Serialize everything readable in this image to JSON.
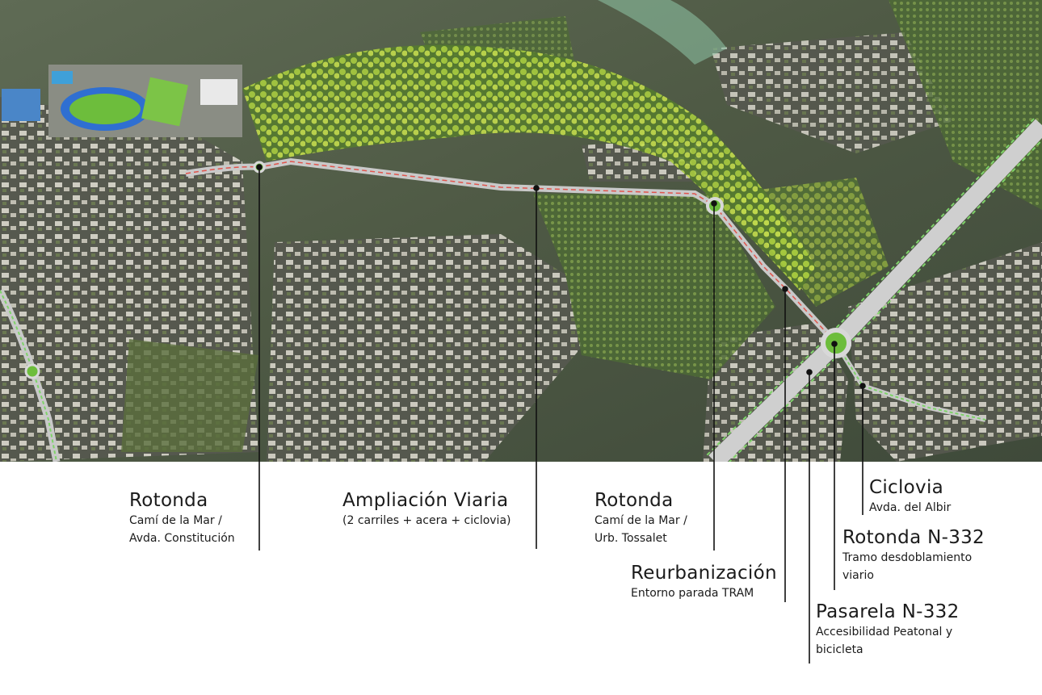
{
  "map": {
    "description_icon": "aerial-photo-map"
  },
  "callouts": [
    {
      "id": "rotonda-constitucion",
      "title": "Rotonda",
      "lines": [
        "Camí de la Mar /",
        "Avda. Constitución"
      ]
    },
    {
      "id": "ampliacion-viaria",
      "title": "Ampliación Viaria",
      "lines": [
        "(2 carriles + acera + ciclovia)"
      ]
    },
    {
      "id": "rotonda-tossalet",
      "title": "Rotonda",
      "lines": [
        "Camí de la Mar /",
        "Urb. Tossalet"
      ]
    },
    {
      "id": "reurbanizacion",
      "title": "Reurbanización",
      "lines": [
        "Entorno parada TRAM"
      ]
    },
    {
      "id": "ciclovia",
      "title": "Ciclovia",
      "lines": [
        "Avda. del Albir"
      ]
    },
    {
      "id": "rotonda-n332",
      "title": "Rotonda N-332",
      "lines": [
        "Tramo desdoblamiento",
        "viario"
      ]
    },
    {
      "id": "pasarela-n332",
      "title": "Pasarela N-332",
      "lines": [
        "Accesibilidad Peatonal y",
        "bicicleta"
      ]
    }
  ],
  "colors": {
    "road": "#c9c9c9",
    "road_highlight": "#e0554d",
    "bikelane": "#7fd36a",
    "vegetation": "#9fc83a",
    "leader": "#111111"
  }
}
